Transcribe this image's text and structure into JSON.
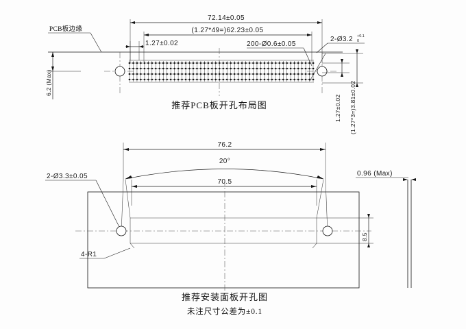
{
  "document": {
    "type": "engineering-drawing",
    "background_color": "#fdfdfd",
    "line_color": "#1a1a1a"
  },
  "pcb_view": {
    "caption": "推荐PCB板开孔布局图",
    "edge_label": "PCB板边缘",
    "dimensions": {
      "overall_width": "72.14±0.05",
      "pin_span": "(1.27*49=)62.23±0.05",
      "pitch": "1.27±0.02",
      "hole_callout": "200-Ø0.6±0.05",
      "mounting_hole": "2-Ø3.2",
      "mounting_hole_tol_upper": "+0.1",
      "mounting_hole_tol_lower": "0",
      "edge_distance": "6.2 (Max)",
      "row_pitch": "1.27±0.02",
      "row_span": "(1.27*3=)3.81±0.02"
    },
    "array": {
      "columns": 50,
      "rows": 4,
      "hole_diameter": "Ø0.6",
      "total_holes": "200"
    }
  },
  "panel_view": {
    "caption": "推荐安装面板开孔图",
    "note": "未注尺寸公差为±0.1",
    "dimensions": {
      "hole_spacing": "76.2",
      "angle": "20°",
      "cutout_width": "70.5",
      "cutout_height": "8.5",
      "mounting_hole": "2-Ø3.3±0.05",
      "corner_radius": "4-R1",
      "thickness": "0.96 (Max)"
    }
  }
}
